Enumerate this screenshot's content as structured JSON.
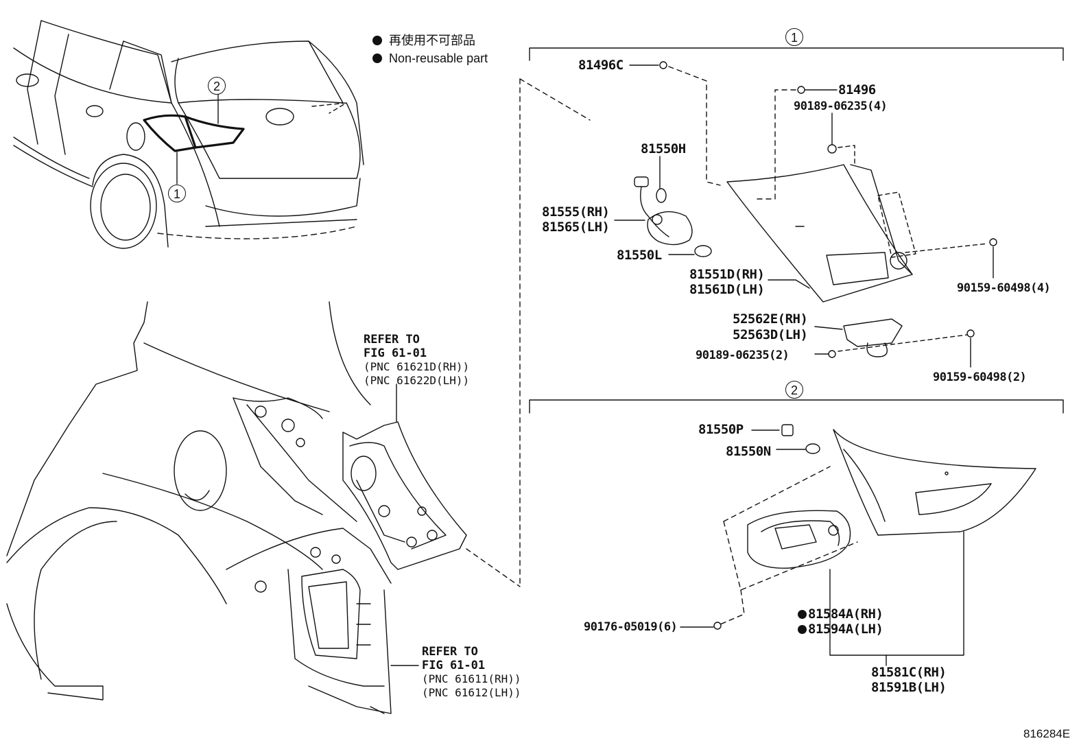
{
  "legend": {
    "jp": "再使用不可部品",
    "en": "Non-reusable part"
  },
  "callouts": {
    "c1": "1",
    "c2": "2"
  },
  "parts": {
    "p81496C": "81496C",
    "p81496": "81496",
    "p90189_4": "90189-06235(4)",
    "p81550H": "81550H",
    "p81555": "81555(RH)",
    "p81565": "81565(LH)",
    "p81550L": "81550L",
    "p81551D": "81551D(RH)",
    "p81561D": "81561D(LH)",
    "p90159_4": "90159-60498(4)",
    "p52562E": "52562E(RH)",
    "p52563D": "52563D(LH)",
    "p90189_2": "90189-06235(2)",
    "p90159_2": "90159-60498(2)",
    "p81550P": "81550P",
    "p81550N": "81550N",
    "p81584A": "81584A(RH)",
    "p81594A": "81594A(LH)",
    "p90176": "90176-05019(6)",
    "p81581C": "81581C(RH)",
    "p81591B": "81591B(LH)"
  },
  "refs": {
    "r1": {
      "title": "REFER TO",
      "fig": "FIG 61-01",
      "pnc1": "(PNC 61621D(RH))",
      "pnc2": "(PNC 61622D(LH))"
    },
    "r2": {
      "title": "REFER TO",
      "fig": "FIG 61-01",
      "pnc1": "(PNC 61611(RH))",
      "pnc2": "(PNC 61612(LH))"
    }
  },
  "figure_number": "816284E"
}
